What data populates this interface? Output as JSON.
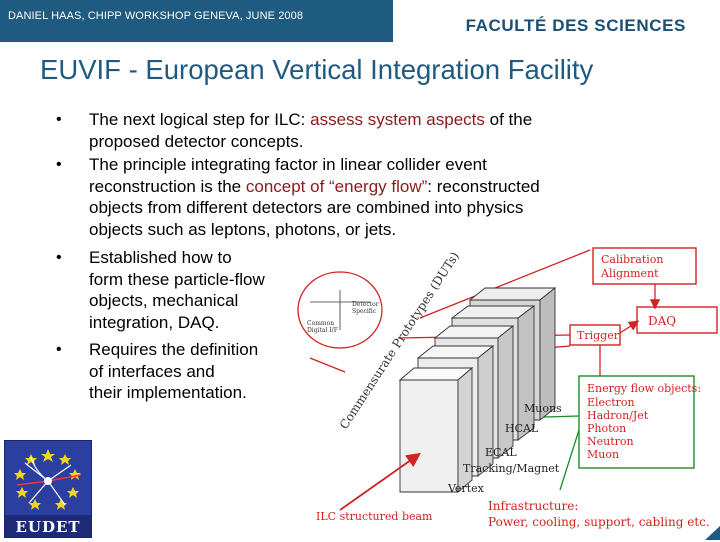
{
  "header": {
    "presenter": "DANIEL HAAS, CHIPP WORKSHOP GENEVA, JUNE 2008",
    "faculty": "FACULTÉ DES SCIENCES"
  },
  "title": "EUVIF - European Vertical Integration Facility",
  "bullets": [
    {
      "lines": [
        [
          {
            "t": "The next logical step for ILC: "
          },
          {
            "t": "assess system aspects",
            "red": true
          },
          {
            "t": " of the"
          }
        ],
        [
          {
            "t": "proposed detector concepts."
          }
        ]
      ]
    },
    {
      "lines": [
        [
          {
            "t": "The principle integrating factor in linear collider event"
          }
        ],
        [
          {
            "t": "reconstruction is the "
          },
          {
            "t": "concept of “energy flow”",
            "red": true
          },
          {
            "t": ": reconstructed"
          }
        ],
        [
          {
            "t": "objects from different detectors are combined into physics"
          }
        ],
        [
          {
            "t": "objects such as leptons, photons, or jets."
          }
        ]
      ]
    },
    {
      "lines": [
        [
          {
            "t": "Established how to"
          }
        ],
        [
          {
            "t": "form these particle-flow"
          }
        ],
        [
          {
            "t": "objects, mechanical"
          }
        ],
        [
          {
            "t": "integration, DAQ."
          }
        ]
      ]
    },
    {
      "lines": [
        [
          {
            "t": "Requires the definition"
          }
        ],
        [
          {
            "t": "of interfaces and"
          }
        ],
        [
          {
            "t": "their implementation."
          }
        ]
      ]
    }
  ],
  "diagram": {
    "calibration": "Calibration",
    "alignment": "Alignment",
    "daq": "DAQ",
    "trigger": "Trigger",
    "energy_flow_title": "Energy flow objects:",
    "energy_flow_items": [
      "Electron",
      "Hadron/Jet",
      "Photon",
      "Neutron",
      "Muon"
    ],
    "prototypes": "Commensurate Prototypes (DUTs)",
    "common_daq": [
      "Common",
      "Digital I/F"
    ],
    "detector_specific": [
      "Detector",
      "Specific"
    ],
    "muons": "Muons",
    "hcal": "HCAL",
    "ecal": "ECAL",
    "tracking": "Tracking/Magnet",
    "vertex": "Vertex",
    "beam": "ILC structured beam",
    "infrastructure_title": "Infrastructure:",
    "infrastructure_body": "Power, cooling, support, cabling etc."
  },
  "logo_text": "EUDET",
  "colors": {
    "header": "#1f5a80",
    "accent_red": "#d22222",
    "green": "#1e8c2a",
    "logo_blue": "#2b3fa0",
    "star": "#f4d51e"
  }
}
